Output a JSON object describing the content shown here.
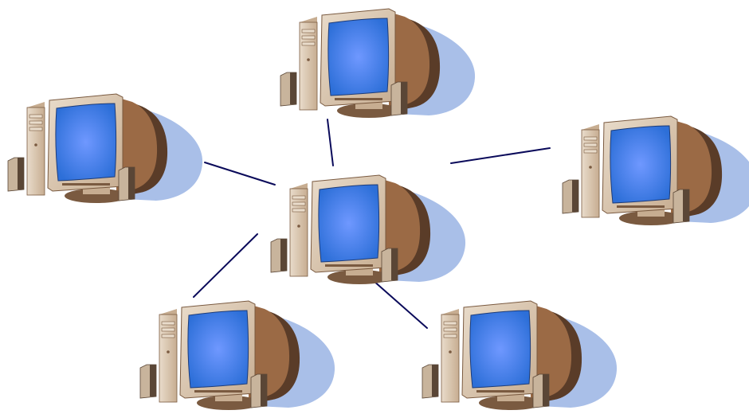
{
  "diagram": {
    "nodes": [
      {
        "id": "center",
        "icon": "desktop-computer-icon"
      },
      {
        "id": "top",
        "icon": "desktop-computer-icon"
      },
      {
        "id": "left",
        "icon": "desktop-computer-icon"
      },
      {
        "id": "right",
        "icon": "desktop-computer-icon"
      },
      {
        "id": "bottom-left",
        "icon": "desktop-computer-icon"
      },
      {
        "id": "bottom-right",
        "icon": "desktop-computer-icon"
      }
    ],
    "links": [
      {
        "from": "center",
        "to": "top"
      },
      {
        "from": "center",
        "to": "left"
      },
      {
        "from": "center",
        "to": "right"
      },
      {
        "from": "center",
        "to": "bottom-left"
      },
      {
        "from": "center",
        "to": "bottom-right"
      }
    ]
  },
  "colors": {
    "link": "#0a0a5a",
    "shadow": "#a9bfe8",
    "case_light": "#e9dccb",
    "case_mid": "#c7ad91",
    "case_dark": "#7a5a40",
    "monitor_back": "#5a3c28",
    "monitor_side": "#9b6a45",
    "screen_center": "#6f98ff",
    "screen_edge": "#2d6fd8",
    "speaker": "#c8b49c",
    "speaker_dark": "#5a4636"
  }
}
